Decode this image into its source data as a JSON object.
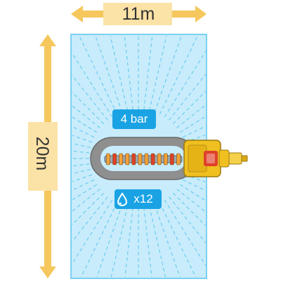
{
  "dimensions": {
    "width_label": "11m",
    "length_label": "20m"
  },
  "badges": {
    "pressure": "4 bar",
    "flow": "x12",
    "flow_icon": "water-drop-icon"
  },
  "colors": {
    "area_fill": "#c8ecfb",
    "area_border": "#5bc5f0",
    "spray_lines": "#5bc5f0",
    "dimension_band": "#fbe2a6",
    "dimension_arrow": "#f5c75c",
    "badge_fill": "#1aa3e4",
    "sprinkler_frame": "#8f8f8f",
    "sprinkler_body": "#f0c020",
    "sprinkler_accent": "#e0402a"
  },
  "sprinkler": {
    "name": "oscillating-sprinkler",
    "nozzle_count": 12
  }
}
